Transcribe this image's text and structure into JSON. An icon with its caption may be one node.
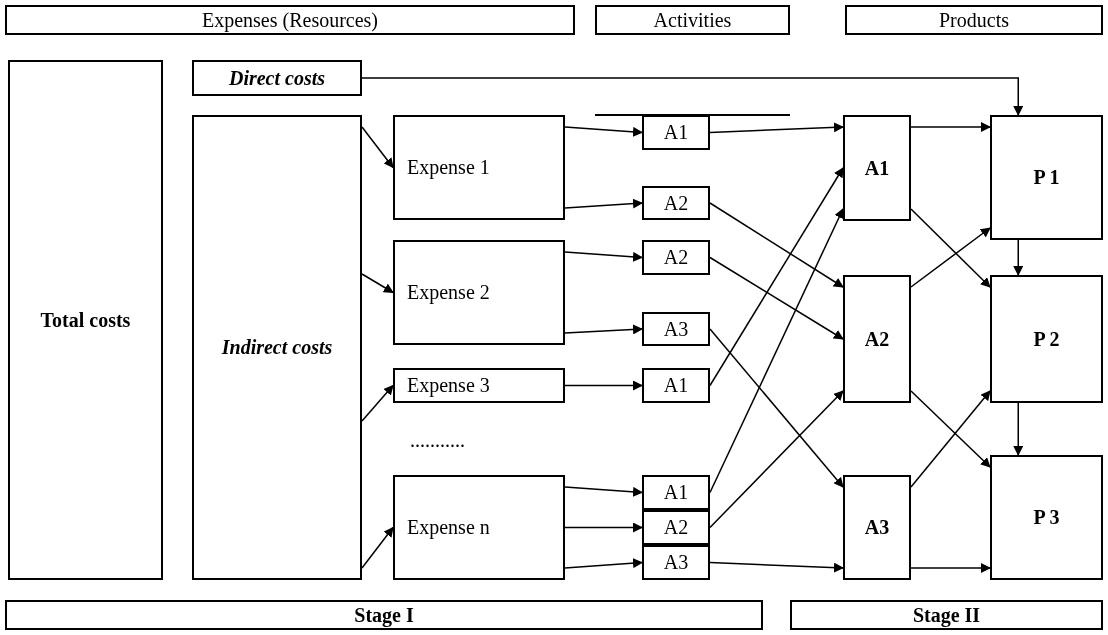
{
  "diagram": {
    "nodes": [
      {
        "text": [
          "Expenses (Resources)"
        ]
      },
      {
        "text": [
          "Activities"
        ]
      },
      {
        "text": [
          "Products"
        ]
      },
      {
        "text": [
          "Total costs"
        ]
      },
      {
        "text": [
          "Direct costs"
        ]
      },
      {
        "text": [
          "Indirect costs"
        ]
      },
      {
        "text": [
          "Expense 1"
        ]
      },
      {
        "text": [
          "Expense 2"
        ]
      },
      {
        "text": [
          "Expense 3"
        ]
      },
      {
        "text": [
          "Expense n"
        ]
      },
      {
        "text": [
          "A1"
        ]
      },
      {
        "text": [
          "A2"
        ]
      },
      {
        "text": [
          "A2"
        ]
      },
      {
        "text": [
          "A3"
        ]
      },
      {
        "text": [
          "A1"
        ]
      },
      {
        "text": [
          "A1"
        ]
      },
      {
        "text": [
          "A2"
        ]
      },
      {
        "text": [
          "A3"
        ]
      },
      {
        "text": [
          "A1"
        ]
      },
      {
        "text": [
          "A2"
        ]
      },
      {
        "text": [
          "A3"
        ]
      },
      {
        "text": [
          "P 1"
        ]
      },
      {
        "text": [
          "P 2"
        ]
      },
      {
        "text": [
          "P 3"
        ]
      },
      {
        "text": [
          "Stage I"
        ]
      },
      {
        "text": [
          "Stage II"
        ]
      }
    ],
    "edges": [
      {
        "from": 4,
        "to": 21,
        "arrow": "to"
      },
      {
        "from": 5,
        "to": 6,
        "arrow": "to"
      },
      {
        "from": 5,
        "to": 7,
        "arrow": "to"
      },
      {
        "from": 5,
        "to": 8,
        "arrow": "to"
      },
      {
        "from": 5,
        "to": 9,
        "arrow": "to"
      },
      {
        "from": 6,
        "to": 10,
        "arrow": "to"
      },
      {
        "from": 6,
        "to": 11,
        "arrow": "to"
      },
      {
        "from": 7,
        "to": 12,
        "arrow": "to"
      },
      {
        "from": 7,
        "to": 13,
        "arrow": "to"
      },
      {
        "from": 8,
        "to": 14,
        "arrow": "to"
      },
      {
        "from": 9,
        "to": 15,
        "arrow": "to"
      },
      {
        "from": 9,
        "to": 16,
        "arrow": "to"
      },
      {
        "from": 9,
        "to": 17,
        "arrow": "to"
      },
      {
        "from": 10,
        "to": 18,
        "arrow": "to"
      },
      {
        "from": 11,
        "to": 19,
        "arrow": "to"
      },
      {
        "from": 12,
        "to": 19,
        "arrow": "to"
      },
      {
        "from": 13,
        "to": 20,
        "arrow": "to"
      },
      {
        "from": 14,
        "to": 18,
        "arrow": "to"
      },
      {
        "from": 15,
        "to": 18,
        "arrow": "to"
      },
      {
        "from": 16,
        "to": 19,
        "arrow": "to"
      },
      {
        "from": 17,
        "to": 20,
        "arrow": "to"
      },
      {
        "from": 18,
        "to": 21,
        "arrow": "to"
      },
      {
        "from": 18,
        "to": 22,
        "arrow": "to"
      },
      {
        "from": 19,
        "to": 21,
        "arrow": "to"
      },
      {
        "from": 19,
        "to": 23,
        "arrow": "to"
      },
      {
        "from": 20,
        "to": 22,
        "arrow": "to"
      },
      {
        "from": 20,
        "to": 23,
        "arrow": "to"
      },
      {
        "from": 21,
        "to": 22,
        "arrow": "to"
      },
      {
        "from": 22,
        "to": 23,
        "arrow": "to"
      }
    ],
    "labels": [
      "..........."
    ]
  }
}
